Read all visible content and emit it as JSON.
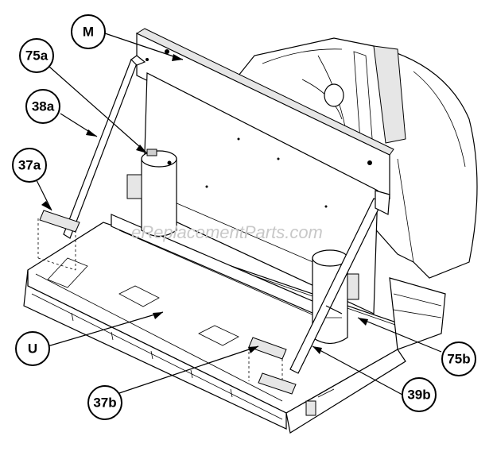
{
  "callouts": {
    "M": "M",
    "a75": "75a",
    "a38": "38a",
    "a37": "37a",
    "U": "U",
    "b37": "37b",
    "b39": "39b",
    "b75": "75b"
  },
  "watermark": "eReplacementParts.com"
}
